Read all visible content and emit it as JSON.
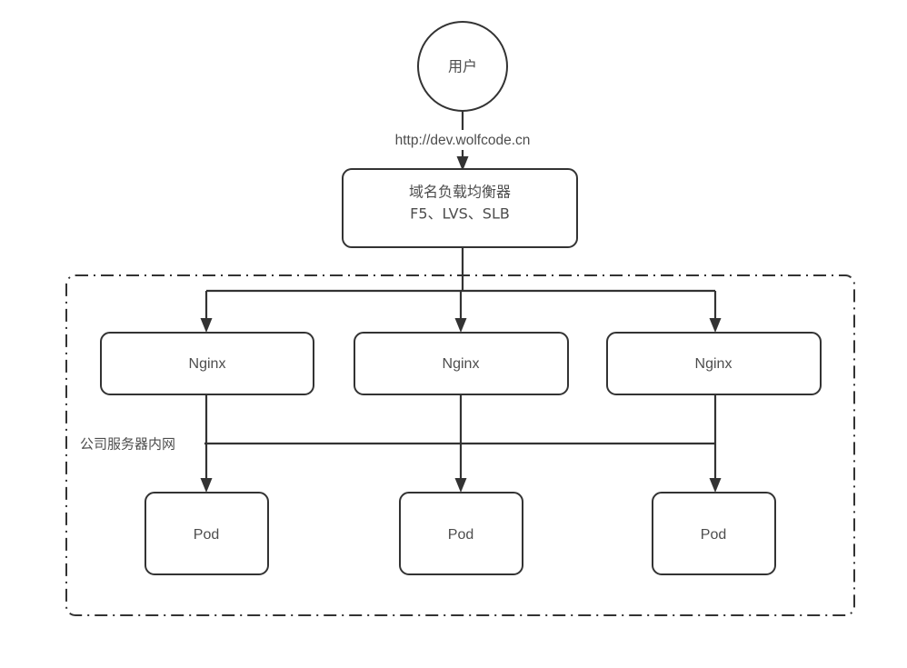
{
  "diagram": {
    "type": "architecture-flow",
    "background_color": "#ffffff",
    "stroke_color": "#333333",
    "text_color": "#4d4d4d"
  },
  "nodes": {
    "user": {
      "label": "用户",
      "shape": "circle"
    },
    "load_balancer": {
      "label_line1": "域名负载均衡器",
      "label_line2": "F5、LVS、SLB",
      "shape": "rounded-rect"
    },
    "nginx": [
      {
        "label": "Nginx"
      },
      {
        "label": "Nginx"
      },
      {
        "label": "Nginx"
      }
    ],
    "pods": [
      {
        "label": "Pod"
      },
      {
        "label": "Pod"
      },
      {
        "label": "Pod"
      }
    ]
  },
  "edges": {
    "user_to_lb_label": "http://dev.wolfcode.cn"
  },
  "boundary": {
    "label": "公司服务器内网",
    "style": "dash-dot"
  }
}
